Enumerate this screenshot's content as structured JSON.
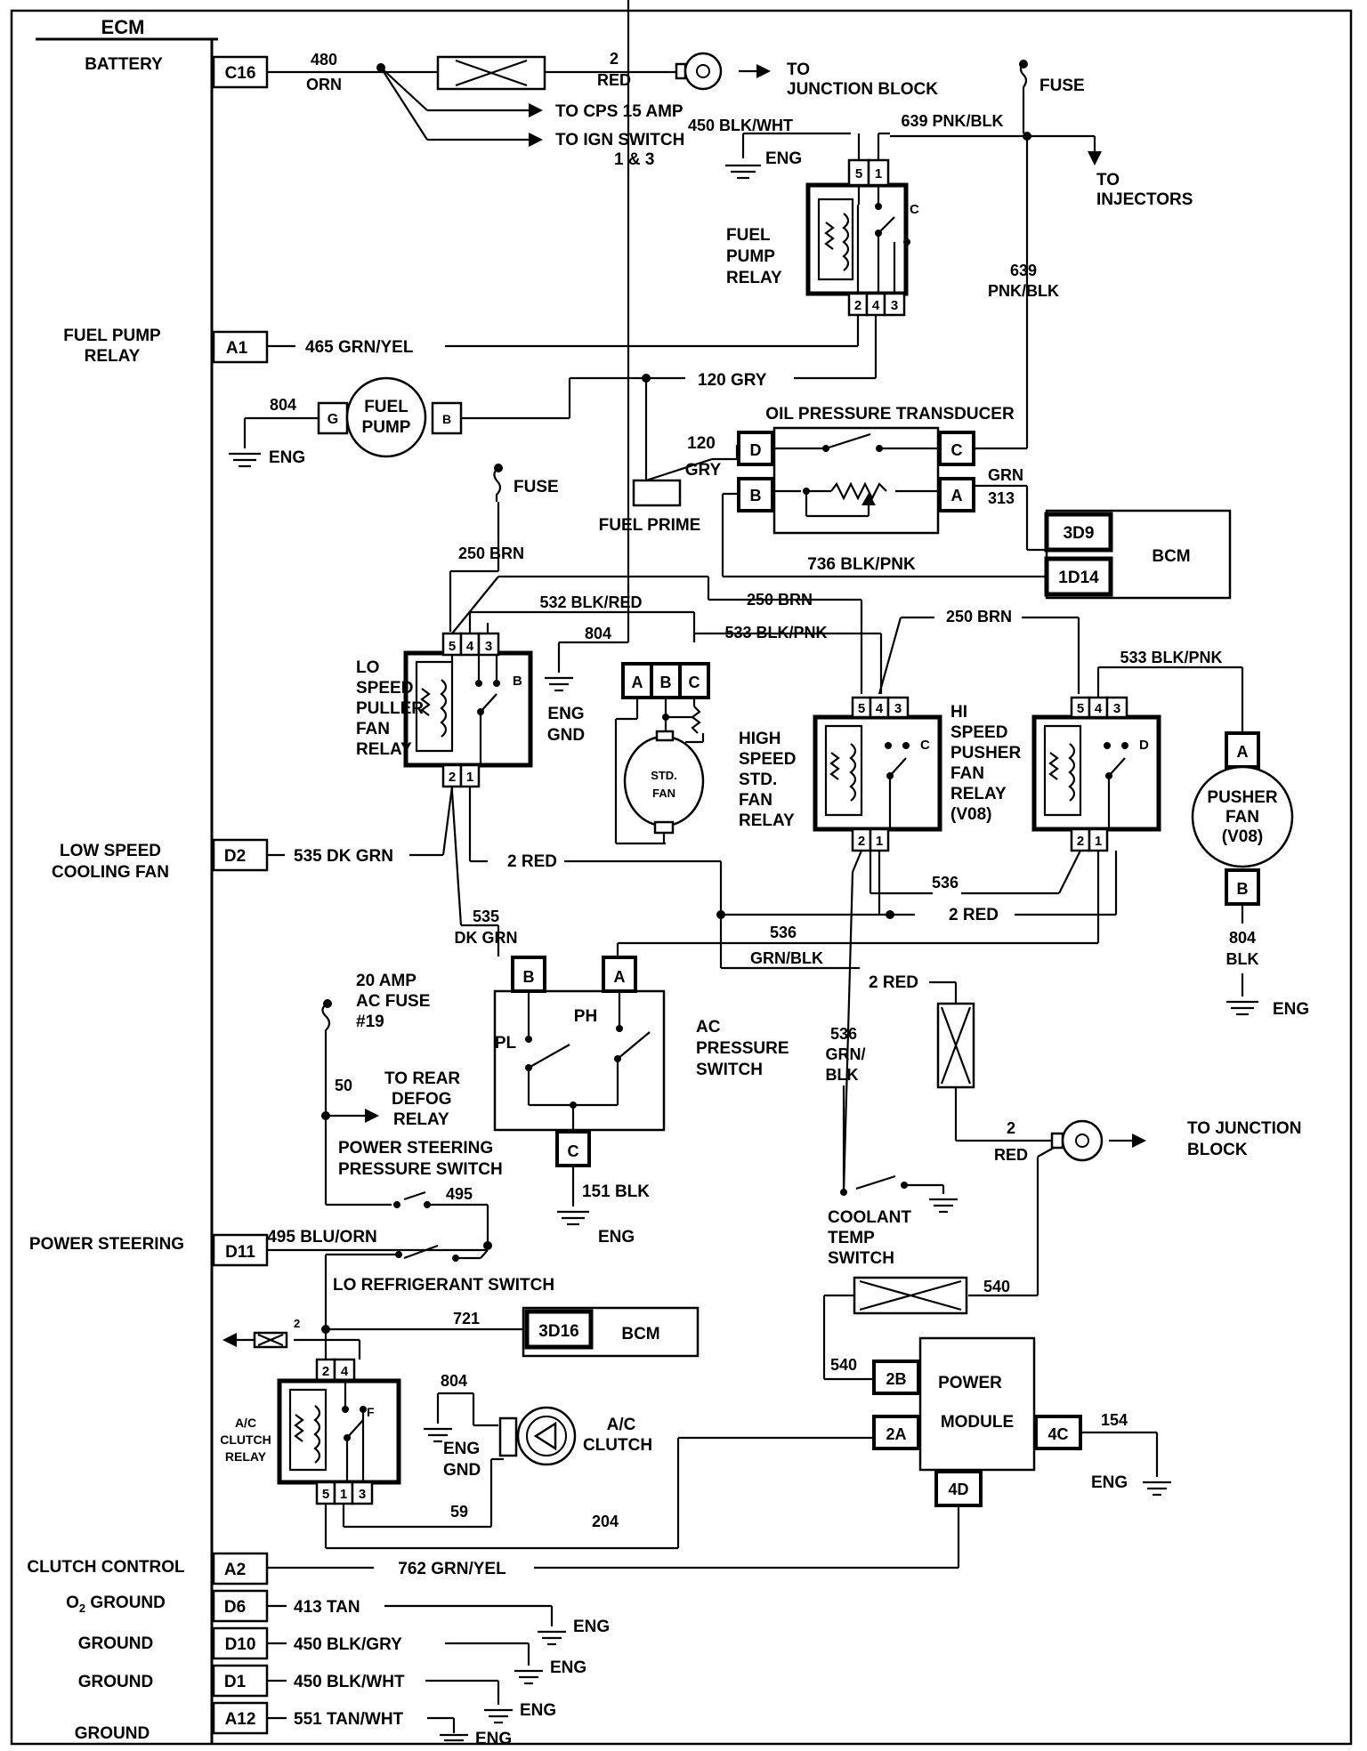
{
  "ecm": {
    "title": "ECM",
    "labels": {
      "battery": "BATTERY",
      "fuel_pump_relay_1": "FUEL  PUMP",
      "fuel_pump_relay_2": "RELAY",
      "low_speed_fan_1": "LOW SPEED",
      "low_speed_fan_2": "COOLING FAN",
      "power_steering": "POWER STEERING",
      "clutch_control": "CLUTCH CONTROL",
      "o2_ground_prefix": "O",
      "o2_ground_sub": "2",
      "o2_ground_suffix": " GROUND",
      "ground_1": "GROUND",
      "ground_2": "GROUND",
      "ground_3": "GROUND"
    },
    "pins": {
      "c16": "C16",
      "a1": "A1",
      "d2": "D2",
      "d11": "D11",
      "a2": "A2",
      "d6": "D6",
      "d10": "D10",
      "d1": "D1",
      "a12": "A12"
    }
  },
  "wires": {
    "w480_num": "480",
    "w480_color": "ORN",
    "w2red_a_num": "2",
    "w2red_a_color": "RED",
    "to_junction_block_1": "TO",
    "to_junction_block_2": "JUNCTION BLOCK",
    "to_cps": "TO CPS 15 AMP",
    "to_ign_1": "TO IGN SWITCH",
    "to_ign_2": "1 & 3",
    "w450_blkwht": "450 BLK/WHT",
    "w639_top": "639 PNK/BLK",
    "fuse_top": "FUSE",
    "to_injectors_1": "TO",
    "to_injectors_2": "INJECTORS",
    "w639_num": "639",
    "w639_color": "PNK/BLK",
    "w465": "465 GRN/YEL",
    "w120_top": "120 GRY",
    "w804_pump": "804",
    "w120_num": "120",
    "w120_color": "GRY",
    "grn": "GRN",
    "w313": "313",
    "fuse_mid": "FUSE",
    "w250_brn_a": "250  BRN",
    "w736": "736 BLK/PNK",
    "w532": "532 BLK/RED",
    "w250_brn_b": "250 BRN",
    "w250_brn_c": "250 BRN",
    "w804_fan": "804",
    "w533_a": "533 BLK/PNK",
    "w533_b": "533 BLK/PNK",
    "w535_dkgrn": "535 DK GRN",
    "w2red_b": "2 RED",
    "w536_a": "536",
    "w2red_c": "2 RED",
    "w535_num": "535",
    "w535_color": "DK GRN",
    "w536_b_num": "536",
    "w536_b_color": "GRN/BLK",
    "w804_pusher_num": "804",
    "w804_pusher_color": "BLK",
    "w2red_d": "2 RED",
    "w536_c_1": "536",
    "w536_c_2": "GRN/",
    "w536_c_3": "BLK",
    "ac_fuse_1": "20 AMP",
    "ac_fuse_2": "AC FUSE",
    "ac_fuse_3": "#19",
    "w50": "50",
    "rear_defog_1": "TO REAR",
    "rear_defog_2": "DEFOG",
    "rear_defog_3": "RELAY",
    "w151": "151 BLK",
    "w2red_e_num": "2",
    "w2red_e_color": "RED",
    "to_jb2_1": "TO JUNCTION",
    "to_jb2_2": "BLOCK",
    "w495": "495",
    "w495_blu": "495 BLU/ORN",
    "w721": "721",
    "w540_a": "540",
    "w540_b": "540",
    "w804_clutch": "804",
    "w154": "154",
    "w59": "59",
    "w204": "204",
    "w762": "762 GRN/YEL",
    "w413": "413 TAN",
    "w450_blkgry": "450 BLK/GRY",
    "w450_blkwht_b": "450 BLK/WHT",
    "w551": "551 TAN/WHT",
    "two_small": "2"
  },
  "components": {
    "fuel_pump_relay_1": "FUEL",
    "fuel_pump_relay_2": "PUMP",
    "fuel_pump_relay_3": "RELAY",
    "fuel_pump_1": "FUEL",
    "fuel_pump_2": "PUMP",
    "fuel_pump_pin_g": "G",
    "fuel_pump_pin_b": "B",
    "fuel_prime": "FUEL PRIME",
    "oil_pressure": "OIL PRESSURE TRANSDUCER",
    "opt_d": "D",
    "opt_b": "B",
    "opt_c": "C",
    "opt_a": "A",
    "bcm_a": "BCM",
    "bcm_3d9": "3D9",
    "bcm_1d14": "1D14",
    "lo_relay_1": "LO",
    "lo_relay_2": "SPEED",
    "lo_relay_3": "PULLER",
    "lo_relay_4": "FAN",
    "lo_relay_5": "RELAY",
    "std_fan_pin_a": "A",
    "std_fan_pin_b": "B",
    "std_fan_pin_c": "C",
    "std_fan_1": "STD.",
    "std_fan_2": "FAN",
    "eng_gnd_1": "ENG",
    "eng_gnd_2": "GND",
    "high_std_1": "HIGH",
    "high_std_2": "SPEED",
    "high_std_3": "STD.",
    "high_std_4": "FAN",
    "high_std_5": "RELAY",
    "hi_pusher_1": "HI",
    "hi_pusher_2": "SPEED",
    "hi_pusher_3": "PUSHER",
    "hi_pusher_4": "FAN",
    "hi_pusher_5": "RELAY",
    "hi_pusher_6": "(V08)",
    "pusher_fan_1": "PUSHER",
    "pusher_fan_2": "FAN",
    "pusher_fan_3": "(V08)",
    "pusher_pin_a": "A",
    "pusher_pin_b": "B",
    "ac_press_1": "AC",
    "ac_press_2": "PRESSURE",
    "ac_press_3": "SWITCH",
    "ac_pin_b": "B",
    "ac_pin_a": "A",
    "ac_pin_c": "C",
    "ac_pl": "PL",
    "ac_ph": "PH",
    "ps_switch_1": "POWER STEERING",
    "ps_switch_2": "PRESSURE SWITCH",
    "coolant_1": "COOLANT",
    "coolant_2": "TEMP",
    "coolant_3": "SWITCH",
    "lo_refrig": "LO REFRIGERANT SWITCH",
    "bcm_b": "BCM",
    "bcm_3d16": "3D16",
    "ac_clutch_relay_1": "A/C",
    "ac_clutch_relay_2": "CLUTCH",
    "ac_clutch_relay_3": "RELAY",
    "ac_clutch_1": "A/C",
    "ac_clutch_2": "CLUTCH",
    "power_module_1": "POWER",
    "power_module_2": "MODULE",
    "pm_2b": "2B",
    "pm_2a": "2A",
    "pm_4c": "4C",
    "pm_4d": "4D",
    "relay_c": "C",
    "relay_b": "B",
    "relay_d": "D",
    "relay_f": "F"
  },
  "grounds": {
    "eng": "ENG",
    "gnd": "GND"
  }
}
